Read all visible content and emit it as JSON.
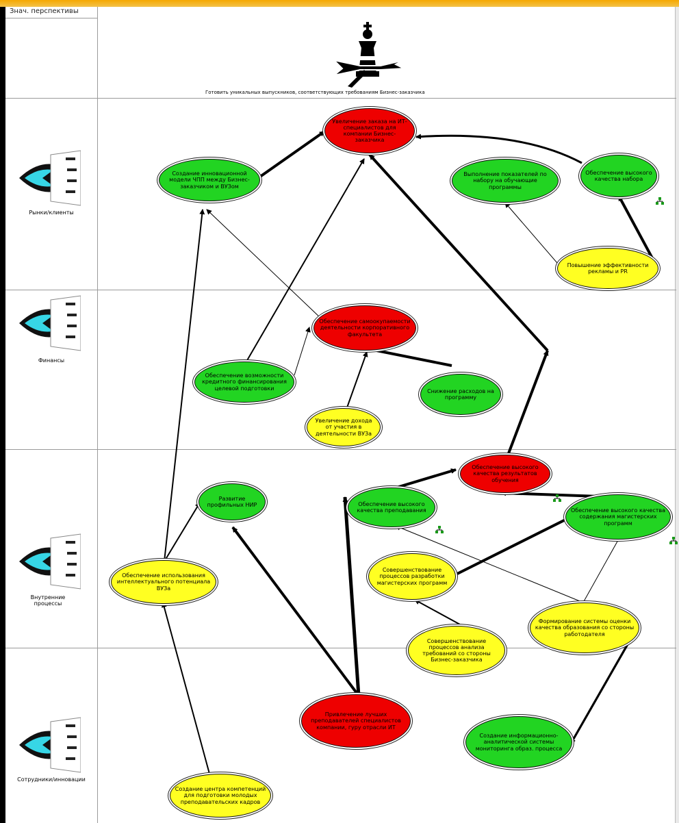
{
  "header": {
    "column_label": "Знач. перспективы"
  },
  "mission": {
    "text": "Готовить уникальных выпускников, соответствующих требованиям Бизнес-заказчика"
  },
  "perspectives": [
    {
      "label": "Рынки/клиенты"
    },
    {
      "label": "Финансы"
    },
    {
      "label": "Внутренние процессы"
    },
    {
      "label": "Сотрудники/инновации"
    }
  ],
  "goals": {
    "g1": "Увеличение заказа на ИТ-специалистов для компании Бизнес-заказчика",
    "g2": "Создание инновационной модели ЧПП между Бизнес-заказчиком и ВУЗом",
    "g3": "Выполнение показателей по набору на обучающие программы",
    "g4": "Обеспечение высокого качества набора",
    "g5": "Повышение эффективности рекламы и PR",
    "g6": "Обеспечение самоокупаемости деятельности корпоративного факультета",
    "g7": "Обеспечение возможности кредитного финансирования целевой подготовки",
    "g8": "Снижение расходов на программу",
    "g9": "Увеличение дохода от участия в деятельности ВУЗа",
    "g10": "Обеспечение высокого качества результатов обучения",
    "g11": "Развитие профильных НИР",
    "g12": "Обеспечение высокого качества преподавания",
    "g13": "Обеспечение высокого качества содержания магистерских программ",
    "g14": "Обеспечение использования интеллектуального потенциала ВУЗа",
    "g15": "Совершенствование процессов разработки магистерских программ",
    "g16": "Формирование системы оценки качества образования со стороны работодателя",
    "g17": "Совершенствование процессов анализа требований со стороны Бизнес-заказчика",
    "g18": "Привлечение лучших преподавателей специалистов компании, гуру отрасли ИТ",
    "g19": "Создание информационно-аналитической системы мониторинга образ. процесса",
    "g20": "Создание центра компетенций для подготовки молодых преподавательских кадров"
  },
  "colors": {
    "red": "#ee0000",
    "green": "#22d422",
    "yellow": "#ffff22"
  }
}
